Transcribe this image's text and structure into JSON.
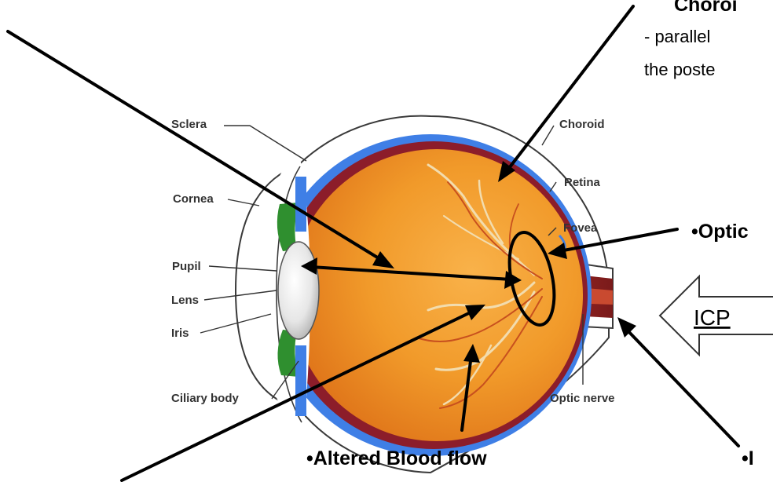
{
  "anatomy_labels": {
    "sclera": "Sclera",
    "cornea": "Cornea",
    "pupil": "Pupil",
    "lens": "Lens",
    "iris": "Iris",
    "ciliary_body": "Ciliary body",
    "choroid": "Choroid",
    "retina": "Retina",
    "fovea": "Fovea",
    "optic_nerve": "Optic nerve"
  },
  "callouts": {
    "choroid_title": "Choroi",
    "choroid_line1": "- parallel",
    "choroid_line2": "the poste",
    "optic_title": "•Optic",
    "icp_label": "ICP",
    "altered_title": "•Altered Blood flow",
    "bottom_right_title": "•I"
  },
  "colors": {
    "sclera_fill": "#ffffff",
    "eye_blue": "#3f7fe6",
    "eye_maroon": "#8c1d2a",
    "eye_orange": "#f0901e",
    "iris_green": "#2f8f2f",
    "vessel_cream": "#f2dcae",
    "vessel_red": "#c8501e",
    "arrow": "#000000"
  }
}
